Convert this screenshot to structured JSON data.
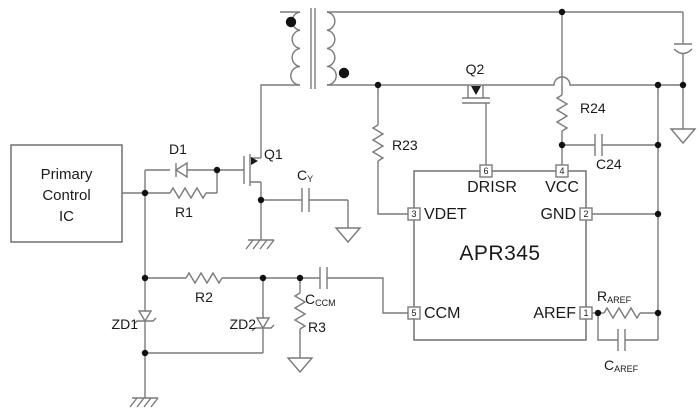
{
  "colors": {
    "wire": "#7a7a7a",
    "text": "#1a1a1a",
    "background": "#ffffff",
    "junction_dot": "#111111"
  },
  "primary_box": {
    "lines": [
      "Primary",
      "Control",
      "IC"
    ]
  },
  "ic": {
    "name": "APR345",
    "pins": [
      {
        "num": "6",
        "label": "DRISR"
      },
      {
        "num": "4",
        "label": "VCC"
      },
      {
        "num": "3",
        "label": "VDET"
      },
      {
        "num": "2",
        "label": "GND"
      },
      {
        "num": "5",
        "label": "CCM"
      },
      {
        "num": "1",
        "label": "AREF"
      }
    ]
  },
  "components": {
    "d1": "D1",
    "r1": "R1",
    "q1": "Q1",
    "q2": "Q2",
    "r2": "R2",
    "r3": "R3",
    "r23": "R23",
    "r24": "R24",
    "c24": "C24",
    "zd1": "ZD1",
    "zd2": "ZD2",
    "cy": {
      "main": "C",
      "sub": "Y"
    },
    "cccm": {
      "main": "C",
      "sub": "CCM"
    },
    "raref": {
      "main": "R",
      "sub": "AREF"
    },
    "caref": {
      "main": "C",
      "sub": "AREF"
    }
  }
}
